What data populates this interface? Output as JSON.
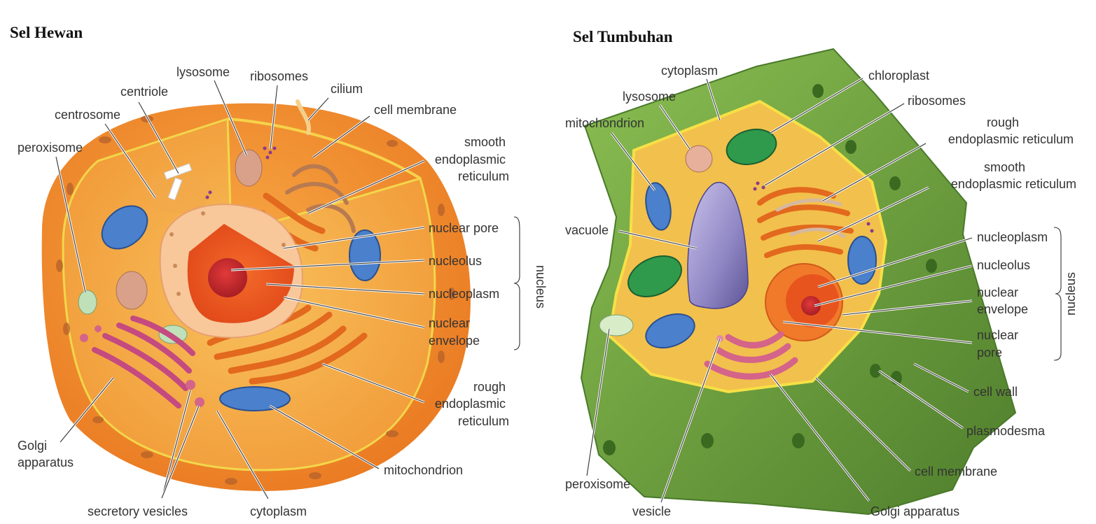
{
  "animal": {
    "title": "Sel Hewan",
    "labels": {
      "lysosome": "lysosome",
      "ribosomes": "ribosomes",
      "centriole": "centriole",
      "cilium": "cilium",
      "centrosome": "centrosome",
      "cell_membrane": "cell membrane",
      "peroxisome": "peroxisome",
      "smooth_er": [
        "smooth",
        "endoplasmic",
        "reticulum"
      ],
      "nuclear_pore": "nuclear pore",
      "nucleolus": "nucleolus",
      "nucleoplasm": "nucleoplasm",
      "nuclear_envelope": [
        "nuclear",
        "envelope"
      ],
      "nucleus_bracket": "nucleus",
      "rough_er": [
        "rough",
        "endoplasmic",
        "reticulum"
      ],
      "golgi": [
        "Golgi",
        "apparatus"
      ],
      "mitochondrion": "mitochondrion",
      "secretory_vesicles": "secretory vesicles",
      "cytoplasm": "cytoplasm"
    }
  },
  "plant": {
    "title": "Sel Tumbuhan",
    "labels": {
      "cytoplasm": "cytoplasm",
      "chloroplast": "chloroplast",
      "lysosome": "lysosome",
      "ribosomes": "ribosomes",
      "mitochondrion": "mitochondrion",
      "rough_er": [
        "rough",
        "endoplasmic reticulum"
      ],
      "smooth_er": [
        "smooth",
        "endoplasmic reticulum"
      ],
      "vacuole": "vacuole",
      "nucleoplasm": "nucleoplasm",
      "nucleolus": "nucleolus",
      "nuclear_envelope": [
        "nuclear",
        "envelope"
      ],
      "nuclear_pore": [
        "nuclear",
        "pore"
      ],
      "nucleus_bracket": "nucleus",
      "cell_wall": "cell wall",
      "plasmodesma": "plasmodesma",
      "cell_membrane": "cell membrane",
      "peroxisome": "peroxisome",
      "vesicle": "vesicle",
      "golgi": "Golgi apparatus"
    }
  },
  "colors": {
    "animal_outer": "#f08a2a",
    "animal_inner": "#f4b24a",
    "nucleus": "#e8541e",
    "plant_wall": "#6a9a3c",
    "plant_cytoplasm": "#f2c04c",
    "vacuole": "#8f86c4",
    "mitochondrion": "#4a80cc",
    "golgi": "#d4648a",
    "chloroplast": "#2f9a4c"
  }
}
